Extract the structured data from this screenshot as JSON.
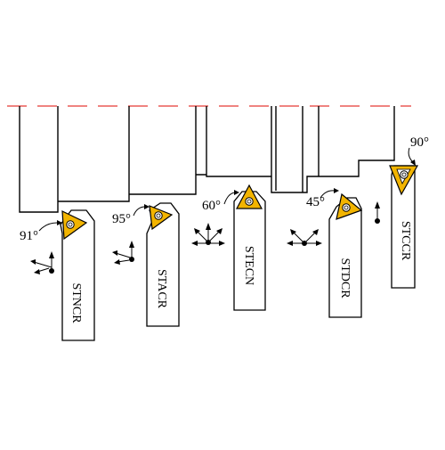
{
  "colors": {
    "insert": "#f2b400",
    "centerline": "#e53935",
    "outline": "#000000"
  },
  "tools": [
    {
      "code": "STNCR",
      "angle": "91°"
    },
    {
      "code": "STACR",
      "angle": "95°"
    },
    {
      "code": "STECN",
      "angle": "60°"
    },
    {
      "code": "STDCR",
      "angle": "45°"
    },
    {
      "code": "STCCR",
      "angle": "90°"
    }
  ]
}
